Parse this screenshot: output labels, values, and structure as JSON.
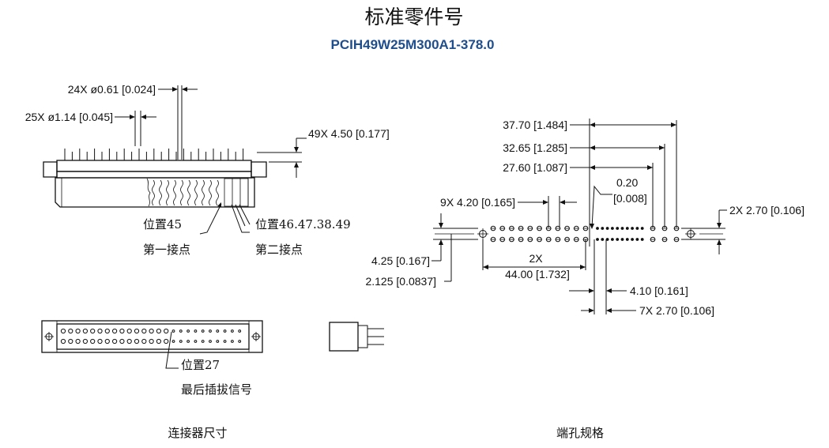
{
  "header": {
    "title": "标准零件号",
    "part_number": "PCIH49W25M300A1-378.0"
  },
  "left_view": {
    "dims": {
      "d24": "24X ø0.61 [0.024]",
      "d25": "25X ø1.14 [0.045]",
      "d49": "49X 4.50 [0.177]"
    },
    "labels": {
      "pos45": "位置45",
      "contact1": "第一接点",
      "pos46": "位置46.47.38.49",
      "contact2": "第二接点",
      "pos27": "位置27",
      "last_mate": "最后插拔信号"
    },
    "caption": "连接器尺寸"
  },
  "right_view": {
    "dims": {
      "d3770": "37.70 [1.484]",
      "d3265": "32.65 [1.285]",
      "d2760": "27.60 [1.087]",
      "d020a": "0.20",
      "d020b": "[0.008]",
      "d420": "9X 4.20 [0.165]",
      "d270": "2X 2.70 [0.106]",
      "d425": "4.25 [0.167]",
      "d2125": "2.125 [0.0837]",
      "d2x": "2X",
      "d4400": "44.00 [1.732]",
      "d410": "4.10 [0.161]",
      "d7x": "7X 2.70 [0.106]"
    },
    "caption": "端孔规格"
  }
}
